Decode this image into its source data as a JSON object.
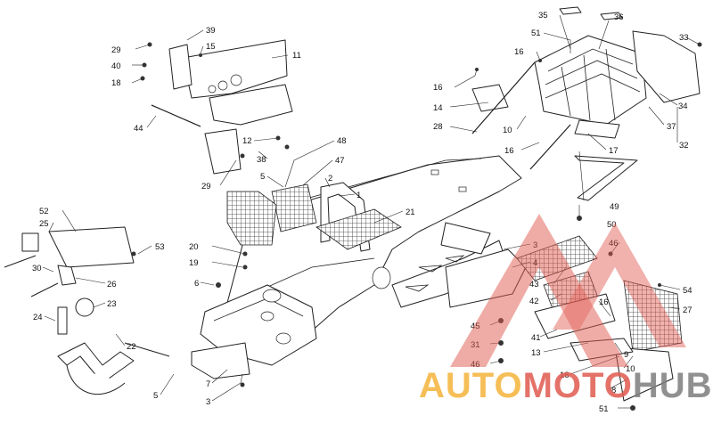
{
  "watermark": {
    "part1": "AUTO",
    "part2": "MOTO",
    "part3": "HUB",
    "color_orange": "#f5b33a",
    "color_red": "#e05a4f",
    "color_gray": "#7d7d7d"
  },
  "callouts": [
    {
      "id": "c35",
      "text": "35"
    },
    {
      "id": "c36",
      "text": "36"
    },
    {
      "id": "c51a",
      "text": "51"
    },
    {
      "id": "c33",
      "text": "33"
    },
    {
      "id": "c16a",
      "text": "16"
    },
    {
      "id": "c16b",
      "text": "16"
    },
    {
      "id": "c14",
      "text": "14"
    },
    {
      "id": "c34",
      "text": "34"
    },
    {
      "id": "c37",
      "text": "37"
    },
    {
      "id": "c10a",
      "text": "10"
    },
    {
      "id": "c28",
      "text": "28"
    },
    {
      "id": "c16c",
      "text": "16"
    },
    {
      "id": "c17",
      "text": "17"
    },
    {
      "id": "c32",
      "text": "32"
    },
    {
      "id": "c39",
      "text": "39"
    },
    {
      "id": "c15",
      "text": "15"
    },
    {
      "id": "c29a",
      "text": "29"
    },
    {
      "id": "c11",
      "text": "11"
    },
    {
      "id": "c40",
      "text": "40"
    },
    {
      "id": "c18",
      "text": "18"
    },
    {
      "id": "c44",
      "text": "44"
    },
    {
      "id": "c12",
      "text": "12"
    },
    {
      "id": "c38",
      "text": "38"
    },
    {
      "id": "c29b",
      "text": "29"
    },
    {
      "id": "c48",
      "text": "48"
    },
    {
      "id": "c47",
      "text": "47"
    },
    {
      "id": "c5a",
      "text": "5"
    },
    {
      "id": "c2",
      "text": "2"
    },
    {
      "id": "c1",
      "text": "1"
    },
    {
      "id": "c21",
      "text": "21"
    },
    {
      "id": "c49",
      "text": "49"
    },
    {
      "id": "c50",
      "text": "50"
    },
    {
      "id": "c52",
      "text": "52"
    },
    {
      "id": "c25",
      "text": "25"
    },
    {
      "id": "c53",
      "text": "53"
    },
    {
      "id": "c20",
      "text": "20"
    },
    {
      "id": "c19",
      "text": "19"
    },
    {
      "id": "c30",
      "text": "30"
    },
    {
      "id": "c26",
      "text": "26"
    },
    {
      "id": "c6",
      "text": "6"
    },
    {
      "id": "c23",
      "text": "23"
    },
    {
      "id": "c24",
      "text": "24"
    },
    {
      "id": "c22",
      "text": "22"
    },
    {
      "id": "c5b",
      "text": "5"
    },
    {
      "id": "c7",
      "text": "7"
    },
    {
      "id": "c3a",
      "text": "3"
    },
    {
      "id": "c3b",
      "text": "3"
    },
    {
      "id": "c4",
      "text": "4"
    },
    {
      "id": "c46a",
      "text": "46"
    },
    {
      "id": "c43",
      "text": "43"
    },
    {
      "id": "c42",
      "text": "42"
    },
    {
      "id": "c16d",
      "text": "16"
    },
    {
      "id": "c54",
      "text": "54"
    },
    {
      "id": "c27",
      "text": "27"
    },
    {
      "id": "c45",
      "text": "45"
    },
    {
      "id": "c41",
      "text": "41"
    },
    {
      "id": "c31",
      "text": "31"
    },
    {
      "id": "c13",
      "text": "13"
    },
    {
      "id": "c9",
      "text": "9"
    },
    {
      "id": "c46b",
      "text": "46"
    },
    {
      "id": "c16e",
      "text": "16"
    },
    {
      "id": "c10b",
      "text": "10"
    },
    {
      "id": "c8",
      "text": "8"
    },
    {
      "id": "c51b",
      "text": "51"
    }
  ]
}
